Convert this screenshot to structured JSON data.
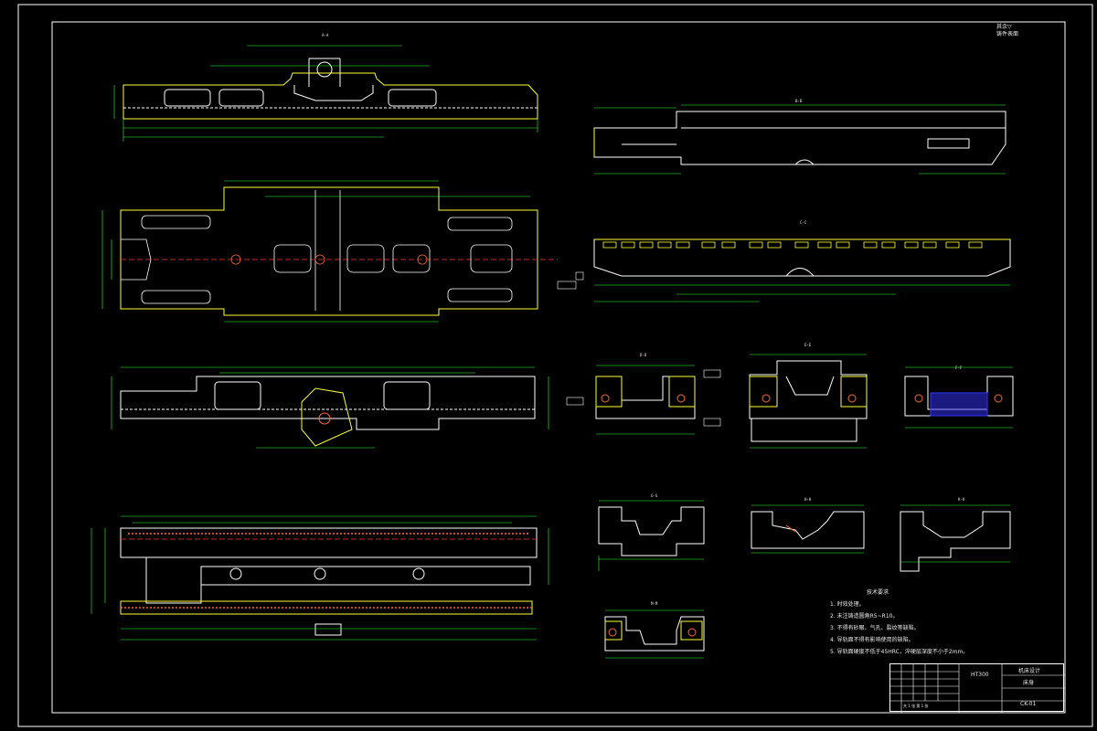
{
  "drawing": {
    "colors": {
      "background": "#000000",
      "border": "#ffffff",
      "outline": "#ffff33",
      "dimension": "#33ff33",
      "hidden": "#ffffff",
      "centerline": "#ff3333",
      "hole": "#ff6633",
      "hatch": "#3333ff"
    },
    "top_right_note": [
      "其余▽",
      "铸件表面"
    ],
    "view_labels": {
      "top_section": "A-A",
      "right_top": "B-B",
      "right_mid": "C-C",
      "sec_1": "D-D",
      "sec_2": "E-E",
      "sec_3": "F-F",
      "sec_4": "G-G",
      "sec_5": "H-H",
      "sec_6": "K-K",
      "sec_7": "M-M"
    },
    "tech_requirements": {
      "title": "技术要求",
      "items": [
        "1. 时效处理。",
        "2. 未注铸造圆角R5~R10。",
        "3. 不得有砂眼、气孔、裂纹等缺陷。",
        "4. 导轨面不得有影响使用的缺陷。",
        "5. 导轨面硬度不低于45HRC，淬硬层深度不小于2mm。"
      ]
    },
    "title_block": {
      "material": "HT300",
      "title": "床身",
      "company": "机床设计",
      "drawing_no": "CK-01",
      "scale_row": "共 1 张  第 1 张"
    }
  }
}
